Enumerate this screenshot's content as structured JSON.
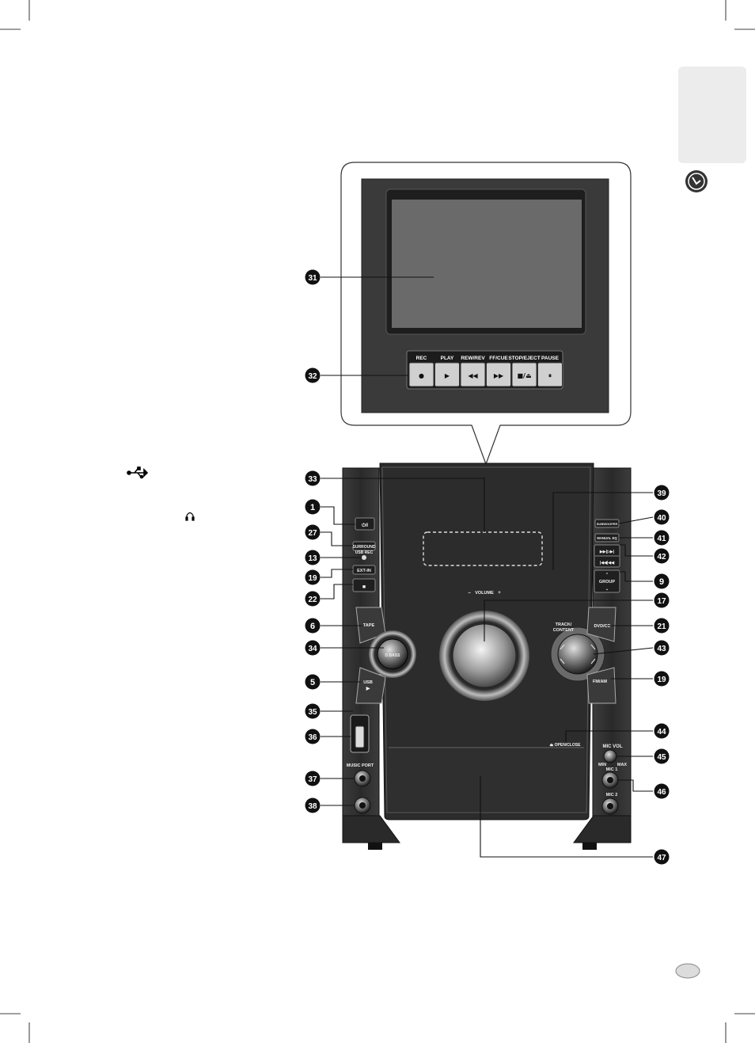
{
  "tape_deck": {
    "buttons": [
      {
        "label": "REC",
        "symbol": "●"
      },
      {
        "label": "PLAY",
        "symbol": "▶"
      },
      {
        "label": "REW/REV",
        "symbol": "◀◀"
      },
      {
        "label": "FF/CUE",
        "symbol": "▶▶"
      },
      {
        "label": "STOP/EJECT",
        "symbol": "■/⏏"
      },
      {
        "label": "PAUSE",
        "symbol": "⏸"
      }
    ]
  },
  "left_panel": {
    "power": "⏻/I",
    "surround": "SURROUND",
    "usb_rec": "USB REC",
    "ext_in": "EXT-IN",
    "stop": "■",
    "tape": "TAPE",
    "dbass": "D.BASS",
    "usb": "USB",
    "music_port": "MUSIC PORT",
    "headphone_icon": "headphone-icon",
    "usb_icon": "usb-icon"
  },
  "center_panel": {
    "volume_minus": "–",
    "volume_label": "VOLUME",
    "volume_plus": "+",
    "track_content": [
      "TRACK/",
      "CONTENT"
    ],
    "open_close": "⏏ OPEN/CLOSE"
  },
  "right_panel": {
    "subwoofer": "SUBWOOFER",
    "manual_eq": "MANUAL EQ",
    "skip_forward": "▶▶|▷▶|",
    "skip_back": "|◀◀|◀◀",
    "group": "GROUP",
    "dvd_cd": "DVD/CD",
    "fm_am": "FM/AM",
    "mic_vol": "MIC VOL",
    "mic_min": "MIN",
    "mic_max": "MAX",
    "mic1": "MIC 1",
    "mic2": "MIC 2"
  },
  "callouts_left": [
    {
      "number": "31",
      "target": "display-screen"
    },
    {
      "number": "32",
      "target": "tape-buttons"
    },
    {
      "number": "33",
      "target": "vfd-display"
    },
    {
      "number": "1",
      "target": "power-button"
    },
    {
      "number": "27",
      "target": "surround-button"
    },
    {
      "number": "13",
      "target": "usb-rec-button"
    },
    {
      "number": "19",
      "target": "ext-in-button"
    },
    {
      "number": "22",
      "target": "stop-button"
    },
    {
      "number": "6",
      "target": "tape-button"
    },
    {
      "number": "34",
      "target": "dbass-button"
    },
    {
      "number": "5",
      "target": "usb-button"
    },
    {
      "number": "35",
      "target": "usb-label"
    },
    {
      "number": "36",
      "target": "usb-port"
    },
    {
      "number": "37",
      "target": "music-port"
    },
    {
      "number": "38",
      "target": "headphone-jack"
    }
  ],
  "callouts_right": [
    {
      "number": "39",
      "target": "remote-sensor"
    },
    {
      "number": "40",
      "target": "subwoofer-button"
    },
    {
      "number": "41",
      "target": "manual-eq-button"
    },
    {
      "number": "42",
      "target": "skip-buttons"
    },
    {
      "number": "9",
      "target": "group-buttons"
    },
    {
      "number": "17",
      "target": "volume-knob"
    },
    {
      "number": "21",
      "target": "dvd-cd-button"
    },
    {
      "number": "43",
      "target": "track-knob"
    },
    {
      "number": "19",
      "target": "fm-am-button"
    },
    {
      "number": "44",
      "target": "open-close-button"
    },
    {
      "number": "45",
      "target": "mic-vol-knob"
    },
    {
      "number": "46",
      "target": "mic-jacks"
    },
    {
      "number": "47",
      "target": "disc-tray"
    }
  ]
}
